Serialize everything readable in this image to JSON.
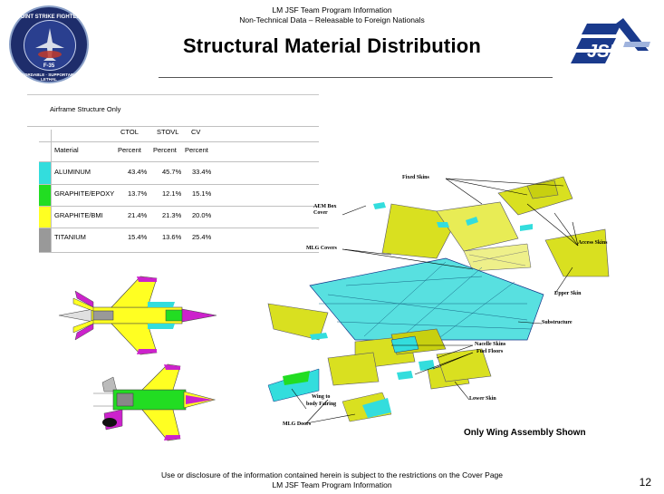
{
  "header": {
    "line1": "LM JSF Team Program Information",
    "line2": "Non-Technical Data – Releasable to Foreign Nationals"
  },
  "title": "Structural Material Distribution",
  "seal": {
    "ring_top": "JOINT STRIKE FIGHTER",
    "ring_bottom": "AFFORDABLE · SUPPORTABLE · LETHAL",
    "center": "F-35"
  },
  "logo": {
    "text": "JSF"
  },
  "table": {
    "caption": "Airframe Structure Only",
    "variants": [
      "CTOL",
      "STOVL",
      "CV"
    ],
    "header_row": {
      "material": "Material",
      "units": [
        "Percent",
        "Percent",
        "Percent"
      ]
    },
    "rows": [
      {
        "material": "ALUMINUM",
        "color": "#33dddd",
        "values": [
          "43.4%",
          "45.7%",
          "33.4%"
        ]
      },
      {
        "material": "GRAPHITE/EPOXY",
        "color": "#22dd22",
        "values": [
          "13.7%",
          "12.1%",
          "15.1%"
        ]
      },
      {
        "material": "GRAPHITE/BMI",
        "color": "#ffff22",
        "values": [
          "21.4%",
          "21.3%",
          "20.0%"
        ]
      },
      {
        "material": "TITANIUM",
        "color": "#999999",
        "values": [
          "15.4%",
          "13.6%",
          "25.4%"
        ]
      }
    ]
  },
  "assembly": {
    "labels": {
      "fixed_skins": "Fixed Skins",
      "aem_box": "AEM Box",
      "cover": "Cover",
      "access_skins": "Access Skins",
      "mlg_covers": "MLG Covers",
      "upper_skin": "Upper Skin",
      "substructure": "Substructure",
      "nacelle_skins": "Nacelle Skins",
      "fuel_floors": "Fuel Floors",
      "lower_skin": "Lower Skin",
      "wing_to": "Wing to",
      "body_fairing": "body Fairing",
      "mlg_doors": "MLG Doors"
    },
    "note": "Only Wing Assembly Shown"
  },
  "footer": {
    "line1": "Use or disclosure of the information contained herein is subject to the restrictions on the Cover Page",
    "line2": "LM JSF Team Program Information",
    "page": "12"
  }
}
